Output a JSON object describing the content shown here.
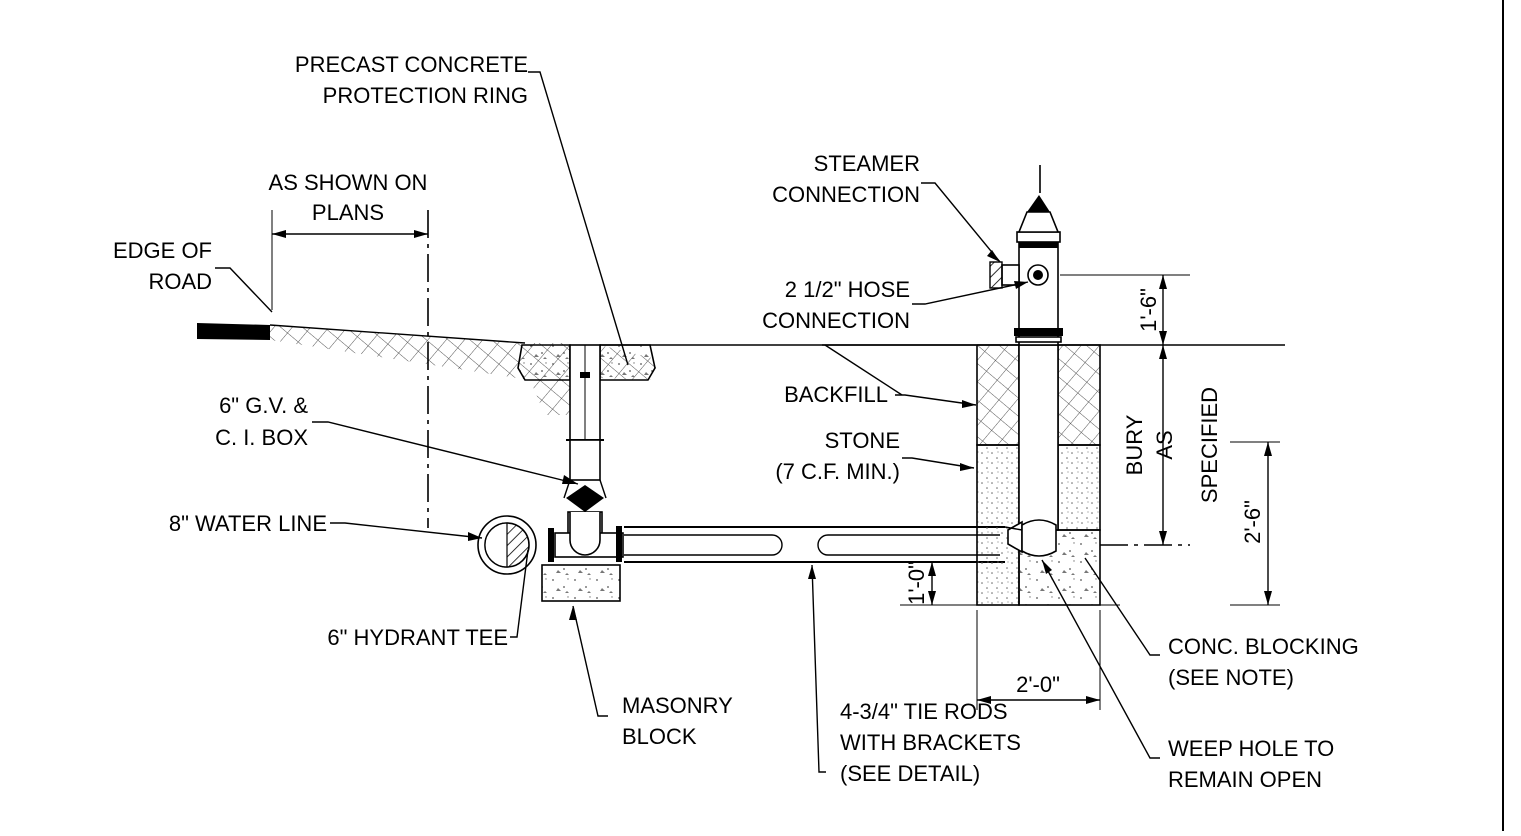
{
  "labels": {
    "precast_l1": "PRECAST CONCRETE",
    "precast_l2": "PROTECTION RING",
    "as_shown_l1": "AS SHOWN ON",
    "as_shown_l2": "PLANS",
    "edge_l1": "EDGE  OF",
    "edge_l2": "ROAD",
    "gv_l1": "6\" G.V. &",
    "gv_l2": "C. I. BOX",
    "water_line": "8\" WATER LINE",
    "hydrant_tee": "6\" HYDRANT TEE",
    "masonry_l1": "MASONRY",
    "masonry_l2": "BLOCK",
    "tie_l1": "4-3/4\" TIE RODS",
    "tie_l2": "WITH BRACKETS",
    "tie_l3": "(SEE DETAIL)",
    "steamer_l1": "STEAMER",
    "steamer_l2": "CONNECTION",
    "hose_l1": "2 1/2\" HOSE",
    "hose_l2": "CONNECTION",
    "backfill": "BACKFILL",
    "stone_l1": "STONE",
    "stone_l2": "(7 C.F. MIN.)",
    "bury": "BURY",
    "as": "AS",
    "specified": "SPECIFIED",
    "conc_l1": "CONC. BLOCKING",
    "conc_l2": "(SEE NOTE)",
    "weep_l1": "WEEP HOLE TO",
    "weep_l2": "REMAIN OPEN"
  },
  "dimensions": {
    "d_1_6": "1'-6\"",
    "d_2_6": "2'-6\"",
    "d_1_0": "1'-0\"",
    "d_2_0": "2'-0\""
  }
}
